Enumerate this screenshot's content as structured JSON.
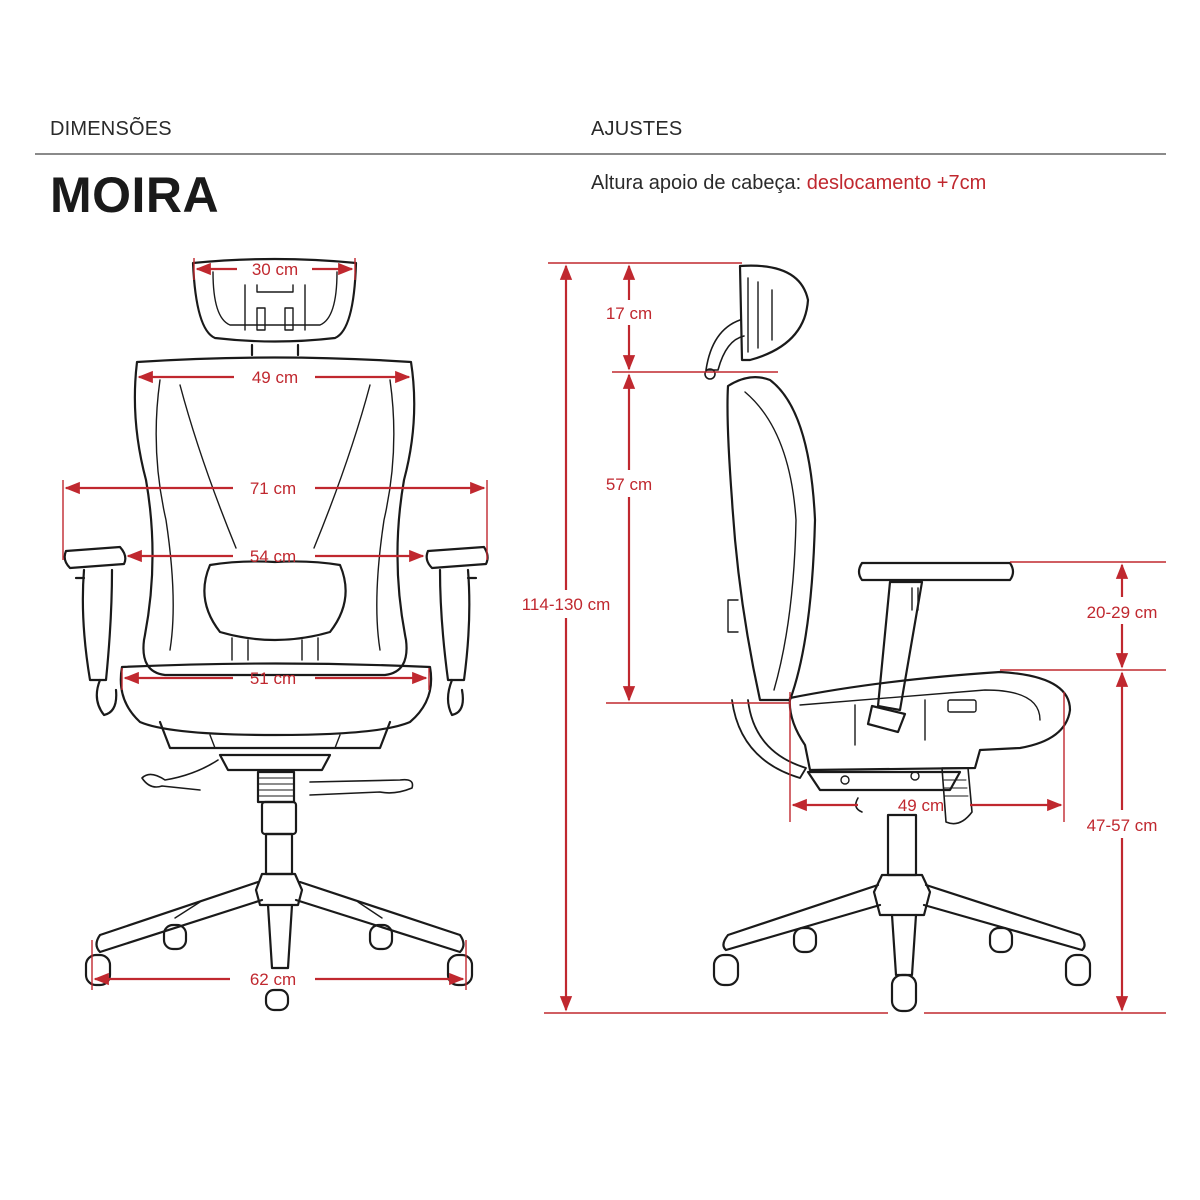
{
  "header": {
    "dimensions_label": "DIMENSÕES",
    "adjustments_label": "AJUSTES",
    "product_name": "MOIRA",
    "adjustment_text_prefix": "Altura apoio de cabeça: ",
    "adjustment_text_value": "deslocamento +7cm"
  },
  "colors": {
    "accent": "#c0282f",
    "line": "#1a1a1a",
    "rule": "#8a8a8a",
    "background": "#ffffff"
  },
  "front_view": {
    "headrest_width": "30 cm",
    "backrest_width": "49 cm",
    "overall_width": "71 cm",
    "armrest_inner_width": "54 cm",
    "seat_width": "51 cm",
    "base_width": "62 cm"
  },
  "side_view": {
    "headrest_height": "17 cm",
    "backrest_height": "57 cm",
    "total_height": "114-130 cm",
    "armrest_height": "20-29 cm",
    "seat_depth": "49 cm",
    "seat_height": "47-57 cm"
  }
}
